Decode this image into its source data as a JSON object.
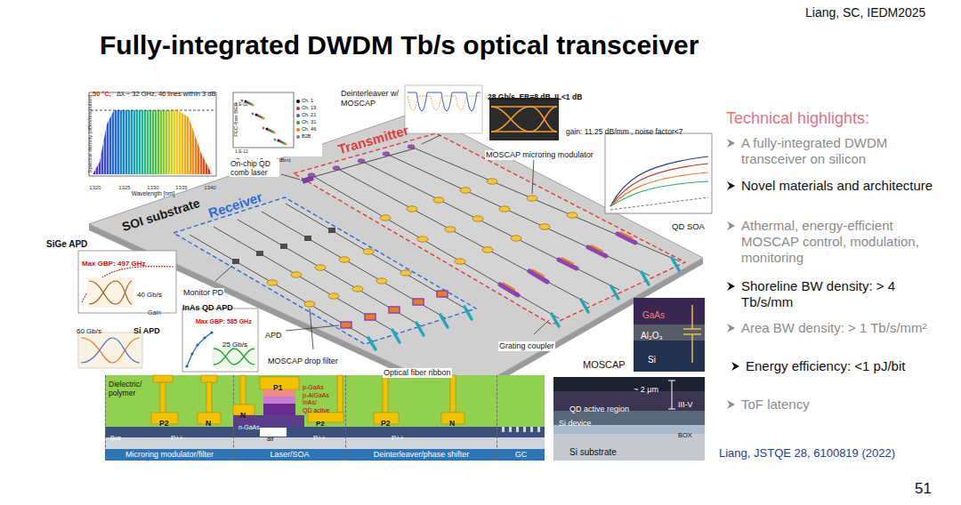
{
  "diagram": {
    "title": "Fully-integrated DWDM Tb/s optical transceiver",
    "nodes": [
      {
        "text": [
          "SOI substrate"
        ]
      },
      {
        "text": [
          "Transmitter"
        ],
        "in": 0
      },
      {
        "text": [
          "Receiver"
        ],
        "in": 0
      },
      {
        "text": [
          "Microring modulator/filter"
        ]
      },
      {
        "text": [
          "Laser/SOA"
        ]
      },
      {
        "text": [
          "Deinterleaver/phase shifter"
        ]
      },
      {
        "text": [
          "GC"
        ]
      }
    ],
    "labels": [
      "Liang, SC, IEDM2025",
      "Technical highlights:",
      "A fully-integrated DWDM transceiver on silicon",
      "Novel materials and architecture",
      "Athermal, energy-efficient MOSCAP control, modulation, monitoring",
      "Shoreline BW density: > 4 Tb/s/mm",
      "Area BW density: > 1 Tb/s/mm²",
      "Energy efficiency: <1 pJ/bit",
      "ToF latency",
      "Liang, JSTQE 28, 6100819 (2022)",
      "51",
      "50 °C,",
      "Δλ ~ 32 GHz, 46 lines within 3 dB",
      "1320",
      "1325",
      "1330",
      "1335",
      "1340",
      "Wavelength [nm]",
      "Spectral density [dBm/resolution]",
      "FEC-free BER",
      "Received Power (dBm)",
      "1.E-02",
      "1.E-12",
      "On-chip QD comb laser",
      "Deinterleaver w/ MOSCAP",
      "28 Gb/s, ER=8 dB, IL<1 dB",
      "MOSCAP microring modulator",
      "gain: 11.25 dB/mm , noise factor<7",
      "QD SOA",
      "SiGe APD",
      "Max GBP: 497 GHz",
      "40 Gb/s",
      "Gain",
      "60 Gb/s",
      "Si APD",
      "Monitor PD",
      "InAs QD APD",
      "Max GBP: 585 GHz",
      "25 Gb/s",
      "APD",
      "MOSCAP drop filter",
      "Grating coupler",
      "Optical fiber ribbon",
      "MOSCAP",
      "GaAs",
      "Al₂O₃",
      "Si",
      "Dielectric/ polymer",
      "Bus",
      "P2",
      "N",
      "P++",
      "N",
      "P1",
      "p-GaAs",
      "p-AlGaAs",
      "InAs/",
      "QD active",
      "n-GaAs",
      "air",
      "P2",
      "P++",
      "P2",
      "N",
      "P++",
      "~ 2 μm",
      "III-V",
      "QD active region",
      "Si device",
      "BOX",
      "Si substrate"
    ],
    "legend": [
      {
        "text": "Ch. 1",
        "color": "#000000"
      },
      {
        "text": "Ch. 19",
        "color": "#d62728"
      },
      {
        "text": "Ch. 21",
        "color": "#1f77b4"
      },
      {
        "text": "Ch. 31",
        "color": "#2ca02c"
      },
      {
        "text": "Ch. 46",
        "color": "#ff7f0e"
      },
      {
        "text": "B2B",
        "color": "#7f7f7f"
      }
    ]
  }
}
